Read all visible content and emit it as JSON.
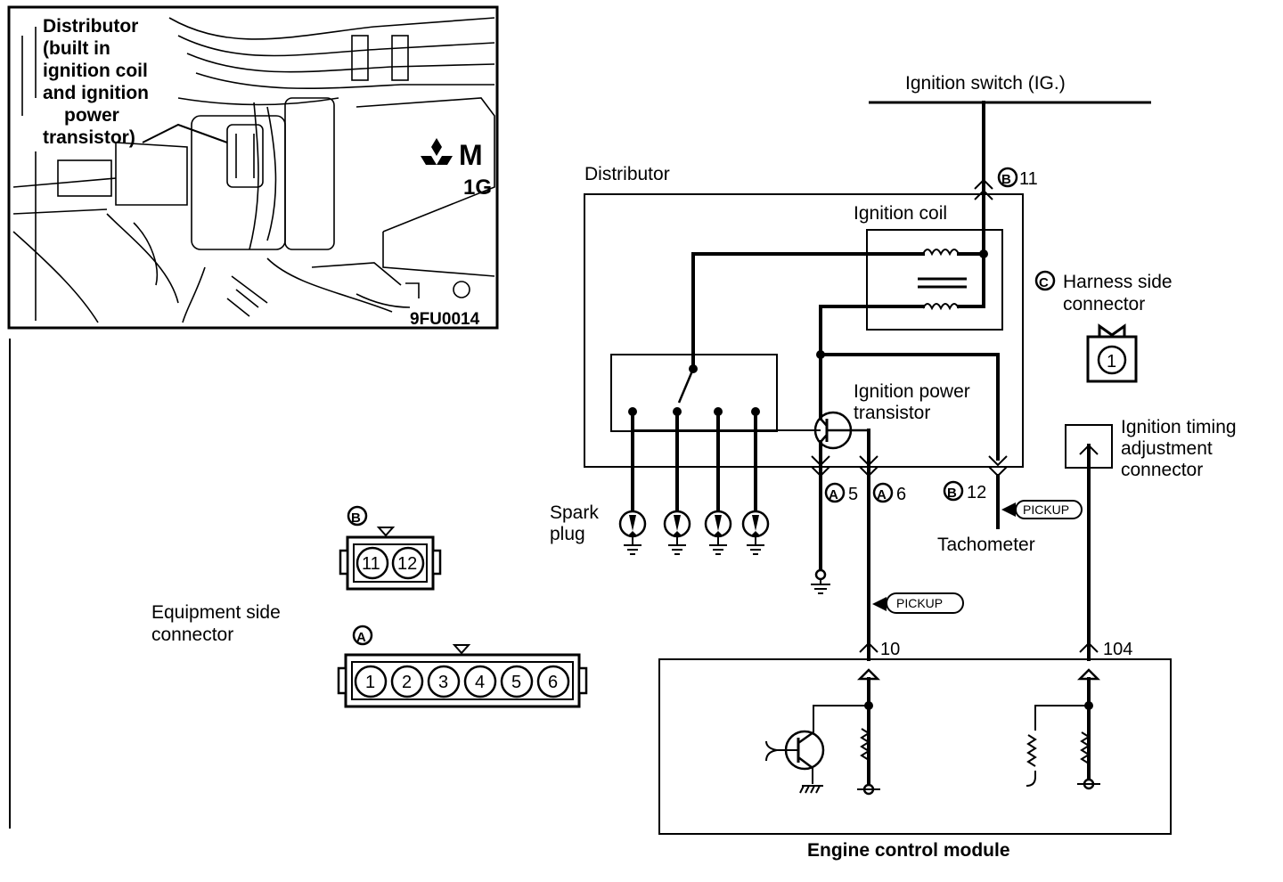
{
  "photo": {
    "caption": "Distributor (built in ignition coil and ignition power transistor)",
    "caption_lines": [
      "Distributor",
      "(built in",
      "ignition coil",
      "and ignition",
      "power",
      "transistor)"
    ],
    "badge_letter": "M",
    "badge_sub": "1G",
    "figure_code": "9FU0014"
  },
  "labels": {
    "ignition_switch": "Ignition switch (IG.)",
    "distributor": "Distributor",
    "ignition_coil": "Ignition coil",
    "ignition_power_transistor_1": "Ignition power",
    "ignition_power_transistor_2": "transistor",
    "spark_plug_1": "Spark",
    "spark_plug_2": "plug",
    "tachometer": "Tachometer",
    "harness_connector_1": "Harness side",
    "harness_connector_2": "connector",
    "timing_connector_1": "Ignition timing",
    "timing_connector_2": "adjustment",
    "timing_connector_3": "connector",
    "equipment_connector_1": "Equipment side",
    "equipment_connector_2": "connector",
    "ecm": "Engine control module",
    "pickup": "PICKUP"
  },
  "terminals": {
    "b11": "11",
    "a5": "5",
    "a6": "6",
    "b12": "12",
    "ecm_10": "10",
    "ecm_104": "104"
  },
  "connectors": {
    "A": {
      "letter": "A",
      "pins": [
        "1",
        "2",
        "3",
        "4",
        "5",
        "6"
      ]
    },
    "B": {
      "letter": "B",
      "pins": [
        "11",
        "12"
      ]
    },
    "C": {
      "letter": "C",
      "pins": [
        "1"
      ]
    }
  },
  "colors": {
    "ink": "#000000",
    "paper": "#ffffff"
  }
}
